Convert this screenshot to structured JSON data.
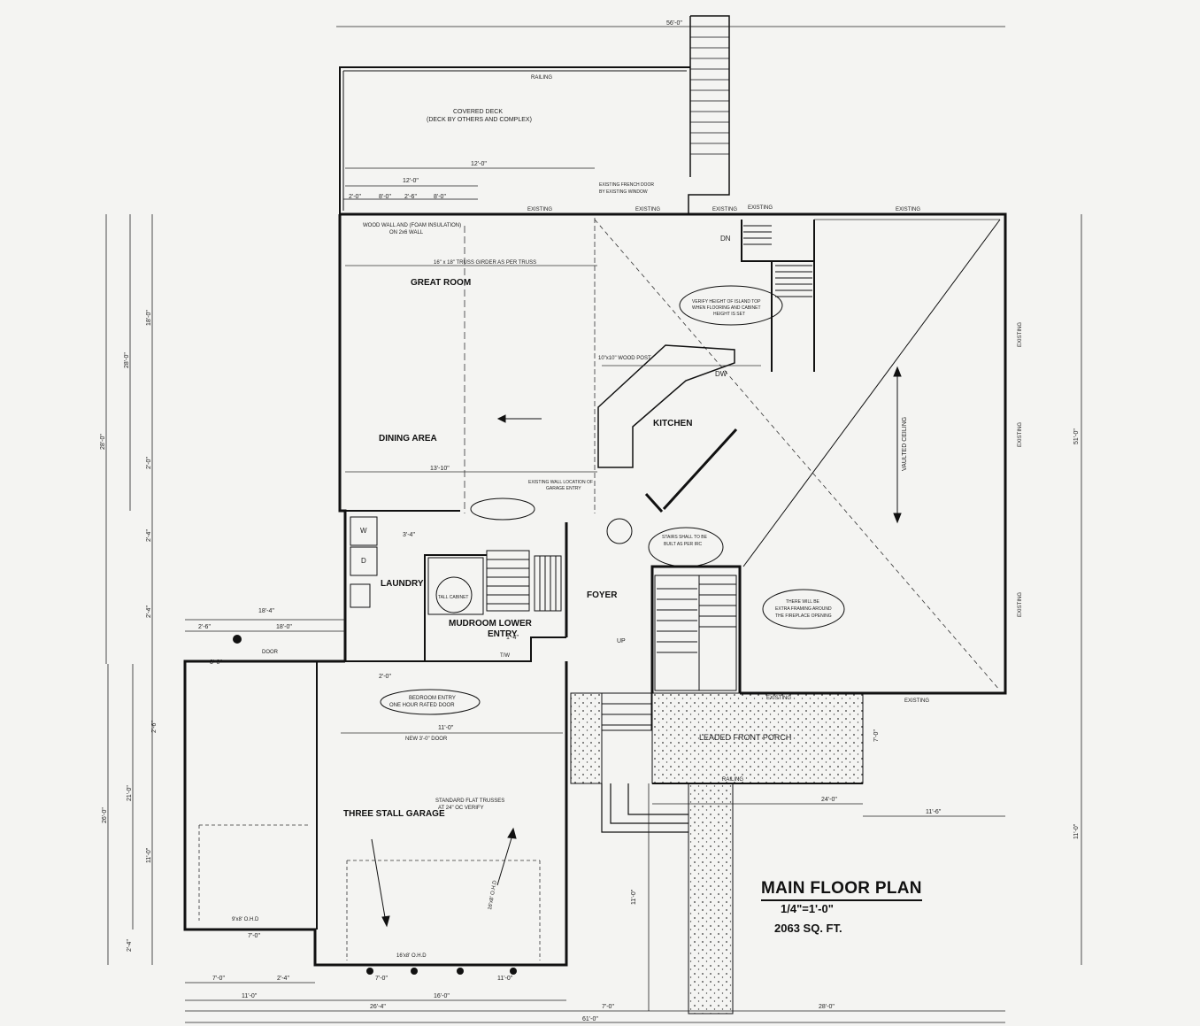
{
  "plan": {
    "title": "MAIN FLOOR PLAN",
    "scale": "1/4\"=1'-0\"",
    "area": "2063 SQ. FT."
  },
  "rooms": {
    "great_room": "GREAT ROOM",
    "dining_area": "DINING AREA",
    "kitchen": "KITCHEN",
    "laundry": "LAUNDRY",
    "foyer": "FOYER",
    "mudroom": "MUDROOM LOWER",
    "mudroom_2": "ENTRY",
    "garage": "THREE STALL GARAGE",
    "porch": "LEADED FRONT PORCH",
    "deck": "COVERED DECK",
    "deck_note": "(DECK BY OTHERS AND COMPLEX)",
    "vaulted": "VAULTED CEILING"
  },
  "labels": {
    "railing_top": "RAILING",
    "railing_porch": "RAILING",
    "existing_1": "EXISTING",
    "existing_2": "EXISTING",
    "existing_3": "EXISTING",
    "existing_4": "EXISTING",
    "existing_5": "EXISTING",
    "existing_right_1": "EXISTING",
    "existing_right_2": "EXISTING",
    "existing_right_3": "EXISTING",
    "existing_porch_1": "EXISTING",
    "existing_porch_2": "EXISTING",
    "dn": "DN",
    "dw": "DW",
    "up": "UP",
    "washer": "W",
    "dryer": "D",
    "tall_cabinet": "TALL CABINET",
    "wood_post": "10\"x10\" WOOD POST",
    "truss_girder": "16\" x 18\" TRUSS GIRDER AS PER TRUSS",
    "wall_note_1": "WOOD WALL AND (FOAM INSULATION)",
    "wall_note_2": "ON 2x6 WALL",
    "french_door_1": "EXISTING FRENCH DOOR",
    "french_door_2": "BY EXISTING WINDOW",
    "existing_wall_1": "EXISTING WALL LOCATION OF",
    "existing_wall_2": "GARAGE ENTRY",
    "island_note_1": "VERIFY HEIGHT OF ISLAND TOP",
    "island_note_2": "WHEN FLOORING AND CABINET",
    "island_note_3": "HEIGHT IS SET",
    "stairs_note_1": "STAIRS SHALL TO BE",
    "stairs_note_2": "BUILT AS PER IRC",
    "plumbing_note_1": "THERE WILL BE",
    "plumbing_note_2": "EXTRA FRAMING AROUND",
    "plumbing_note_3": "THE FIREPLACE OPENING",
    "bedroom_note_1": "BEDROOM ENTRY",
    "bedroom_note_2": "ONE HOUR RATED DOOR",
    "new_door": "NEW 3'-0\" DOOR",
    "flat_truss_1": "STANDARD FLAT TRUSSES",
    "flat_truss_2": "AT 24\" OC  VERIFY",
    "ohd_small": "9'x8' O.H.D",
    "ohd_large": "16'x8' O.H.D",
    "ohd_rot": "16'x8' O.H.D",
    "door_note": "DOOR",
    "tw": "T/W"
  },
  "dims": {
    "d_56": "56'-0\"",
    "d_12a": "12'-0\"",
    "d_12b": "12'-0\"",
    "d_2a": "2'-0\"",
    "d_8a": "8'-0\"",
    "d_2b": "2'-6\"",
    "d_8b": "8'-0\"",
    "d_13_10": "13'-10\"",
    "d_18_4": "18'-4\"",
    "d_18_0": "18'-0\"",
    "d_2_6a": "2'-6\"",
    "d_3_0a": "3'-0\"",
    "d_2_0c": "2'-0\"",
    "d_11_0a": "11'-0\"",
    "d_24_0": "24'-0\"",
    "d_11_6": "11'-6\"",
    "d_7_0a": "7'-0\"",
    "d_7_0b": "7'-0\"",
    "d_2_4a": "2'-4\"",
    "d_11_0b": "11'-0\"",
    "d_16_0": "16'-0\"",
    "d_26_4": "26'-4\"",
    "d_7_0c": "7'-0\"",
    "d_28_0b": "28'-0\"",
    "d_61_0": "61'-0\"",
    "d_7_0d": "7'-0\"",
    "d_11_0c": "11'-0\"",
    "d_3_4": "3'-4\"",
    "d_1_4": "1'-4\"",
    "v_18_0": "18'-0\"",
    "v_28_0a": "28'-0\"",
    "v_28_0b": "28'-0\"",
    "v_2_0a": "2'-0\"",
    "v_2_4a": "2'-4\"",
    "v_2_4b": "2'-4\"",
    "v_2_6": "2'-6\"",
    "v_21_0": "21'-0\"",
    "v_26_0": "26'-0\"",
    "v_11_0a": "11'-0\"",
    "v_2_4c": "2'-4\"",
    "v_51_0": "51'-0\"",
    "v_11_0b": "11'-0\"",
    "v_7_0": "7'-0\"",
    "v_11_0c": "11'-0\""
  },
  "colors": {
    "ink": "#111111",
    "paper": "#f4f4f2"
  }
}
